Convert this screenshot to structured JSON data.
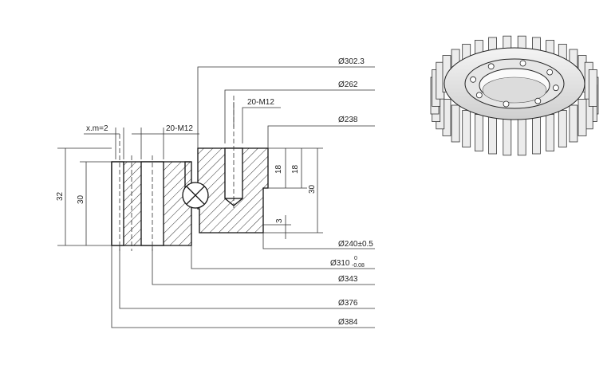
{
  "drawing": {
    "labels": {
      "d_302_3": "Ø302.3",
      "d_262": "Ø262",
      "m12_top": "20-M12",
      "d_238": "Ø238",
      "module": "x.m=2",
      "m12_left": "20-M12",
      "h18_a": "18",
      "h18_b": "18",
      "h30_right": "30",
      "h3": "3",
      "h32": "32",
      "h30_left": "30",
      "d_240": "Ø240±0.5",
      "d_310": "Ø310",
      "tol_upper": "0",
      "tol_lower": "-0.08",
      "d_343": "Ø343",
      "d_376": "Ø376",
      "d_384": "Ø384"
    }
  }
}
